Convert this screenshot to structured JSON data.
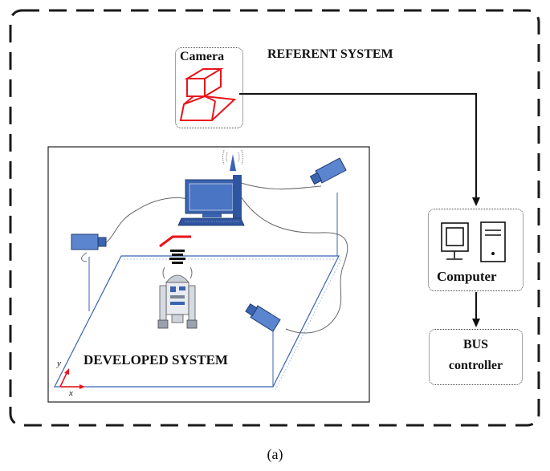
{
  "outer_title": "REFERENT SYSTEM",
  "camera_box": {
    "label": "Camera"
  },
  "developed": {
    "label": "DEVELOPED SYSTEM",
    "axis_y": "y",
    "axis_x": "x"
  },
  "computer_box": {
    "label": "Computer"
  },
  "bus_box": {
    "line1": "BUS",
    "line2": "controller"
  },
  "caption": "(a)",
  "colors": {
    "accent_red": "#e8141a",
    "device_blue": "#3a63b0",
    "outline": "#1a1a1a"
  }
}
